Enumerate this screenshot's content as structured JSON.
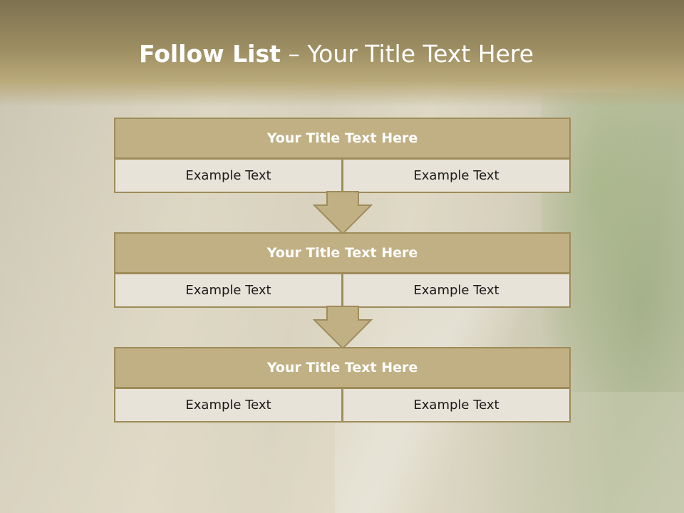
{
  "slide": {
    "title_bold": "Follow List",
    "title_rest": "  – Your Title Text Here"
  },
  "steps": [
    {
      "title": "Your Title Text Here",
      "left": "Example Text",
      "right": "Example Text"
    },
    {
      "title": "Your Title Text Here",
      "left": "Example Text",
      "right": "Example Text"
    },
    {
      "title": "Your Title Text Here",
      "left": "Example Text",
      "right": "Example Text"
    }
  ],
  "colors": {
    "header_fill": "#c1b084",
    "border": "#9e8c5a",
    "cell_fill": "#e8e3d8"
  }
}
